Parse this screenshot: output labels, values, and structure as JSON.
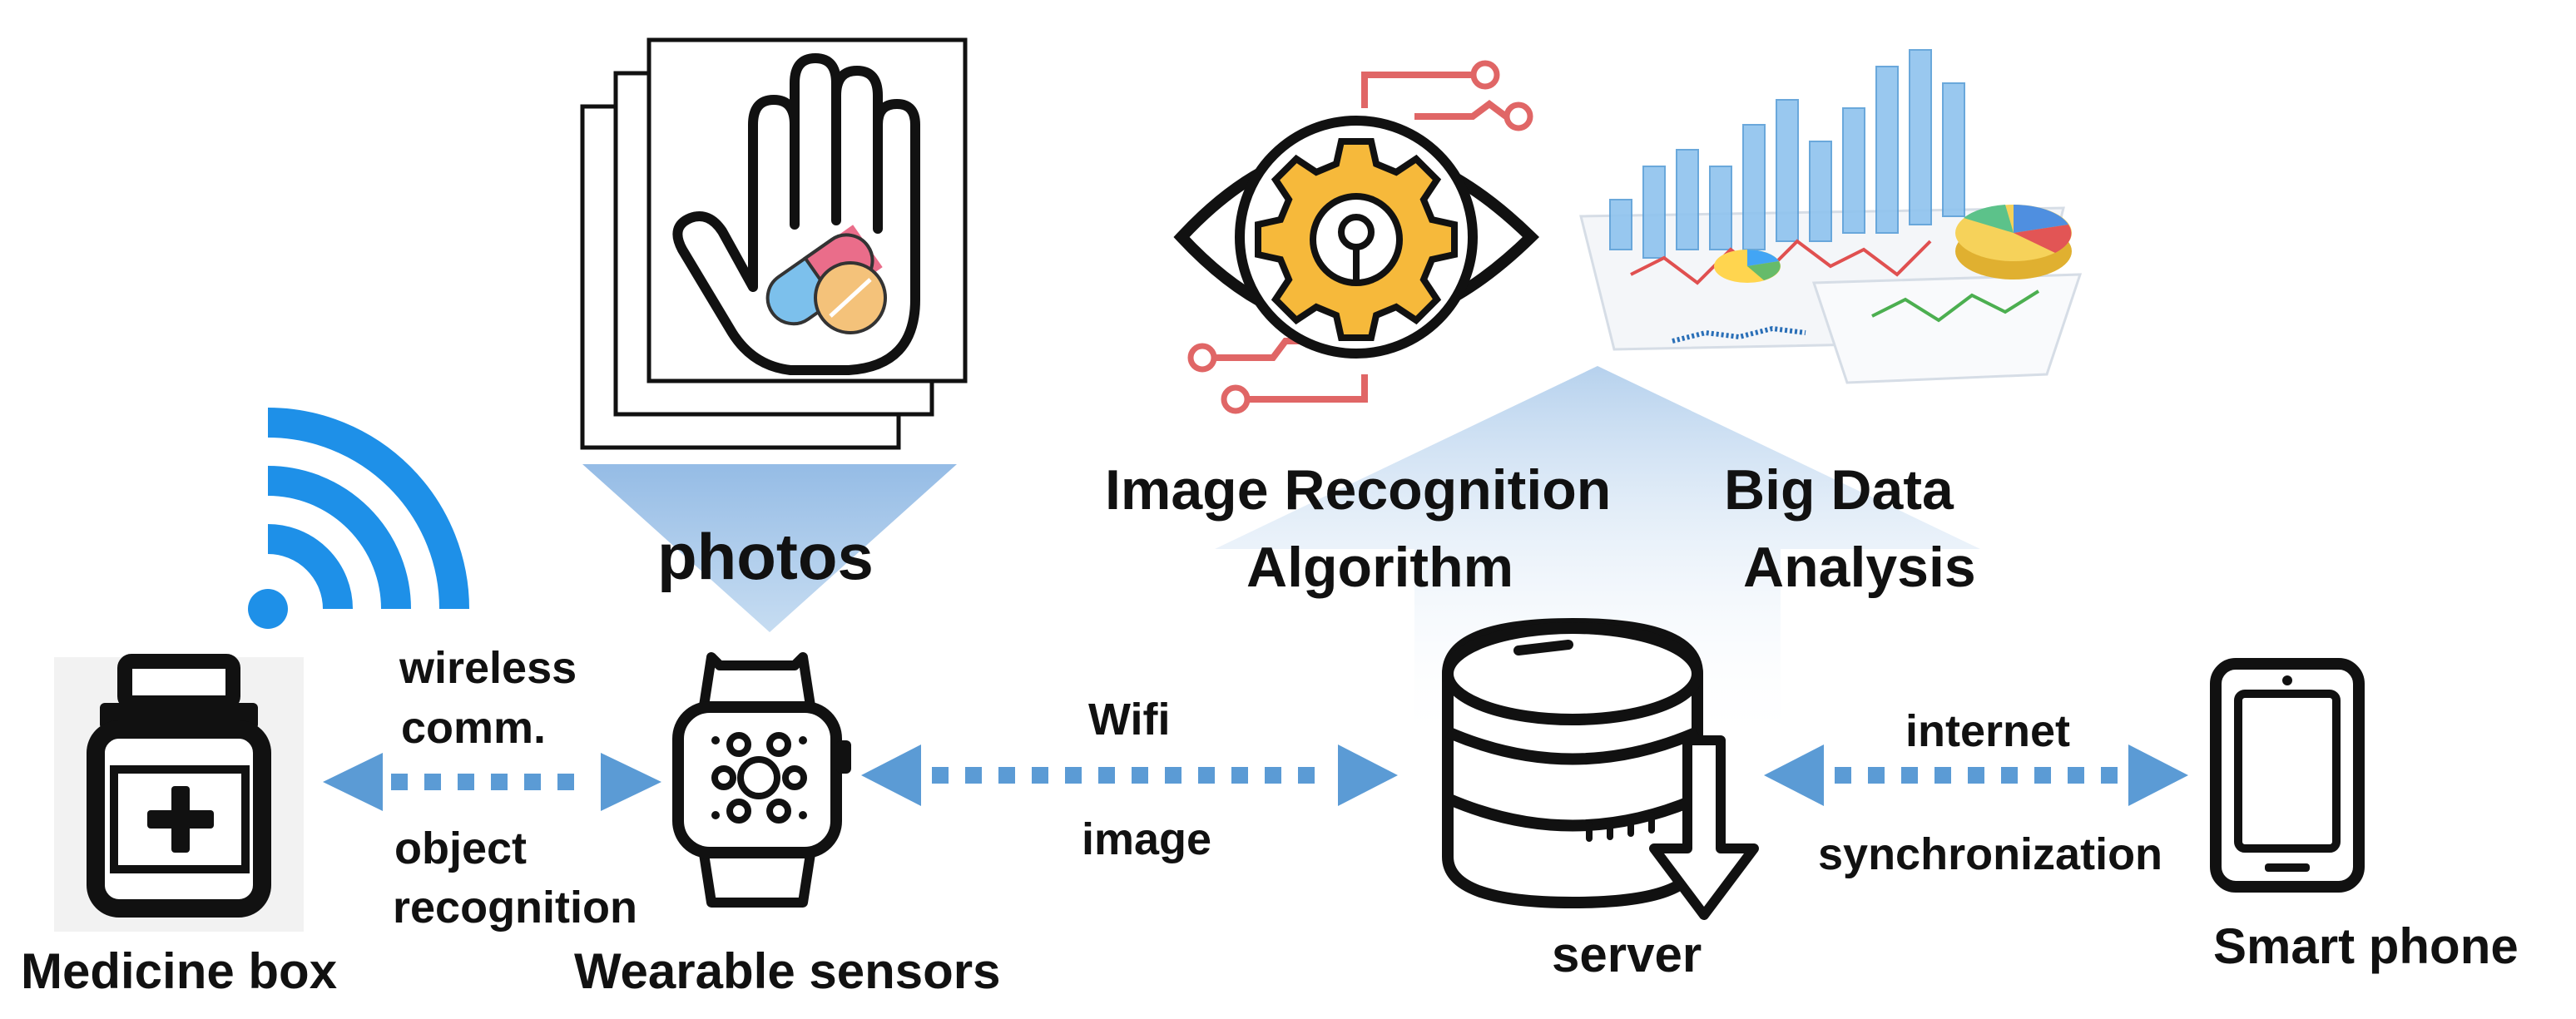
{
  "labels": {
    "photos": "photos",
    "image_recognition_line1": "Image Recognition",
    "image_recognition_line2": "Algorithm",
    "big_data_line1": "Big Data",
    "big_data_line2": "Analysis",
    "wireless_line1": "wireless",
    "wireless_line2": "comm.",
    "object_line1": "object",
    "object_line2": "recognition",
    "wifi": "Wifi",
    "image": "image",
    "internet": "internet",
    "synchronization": "synchronization",
    "medicine_box": "Medicine box",
    "wearable_sensors": "Wearable sensors",
    "server": "server",
    "smart_phone": "Smart phone"
  },
  "icons": {
    "wifi": "wifi-signal-icon",
    "medicine": "medicine-box-icon",
    "watch": "smartwatch-icon",
    "server": "database-server-icon",
    "phone": "smartphone-icon",
    "photos": "photo-stack-hand-pills-icon",
    "eye": "eye-gear-icon",
    "charts": "data-charts-icon"
  },
  "colors": {
    "arrow": "#5b9bd5",
    "wifi": "#1e90e8",
    "funnel": "#9dc3e6",
    "circuit": "#e06666",
    "gear": "#f6b93b",
    "ink": "#111111"
  }
}
